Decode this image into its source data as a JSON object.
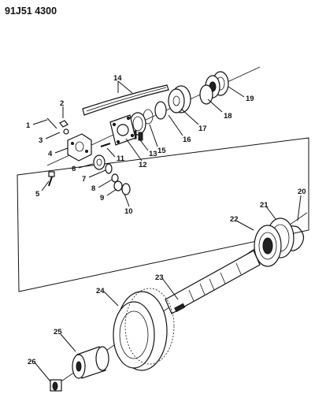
{
  "diagram_code": "91J51 4300",
  "callouts": [
    "1",
    "2",
    "3",
    "4",
    "5",
    "6",
    "7",
    "8",
    "9",
    "10",
    "11",
    "12",
    "13",
    "14",
    "15",
    "16",
    "17",
    "18",
    "19",
    "20",
    "21",
    "22",
    "23",
    "24",
    "25",
    "26"
  ],
  "colors": {
    "ink": "#111111",
    "paper": "#ffffff"
  }
}
